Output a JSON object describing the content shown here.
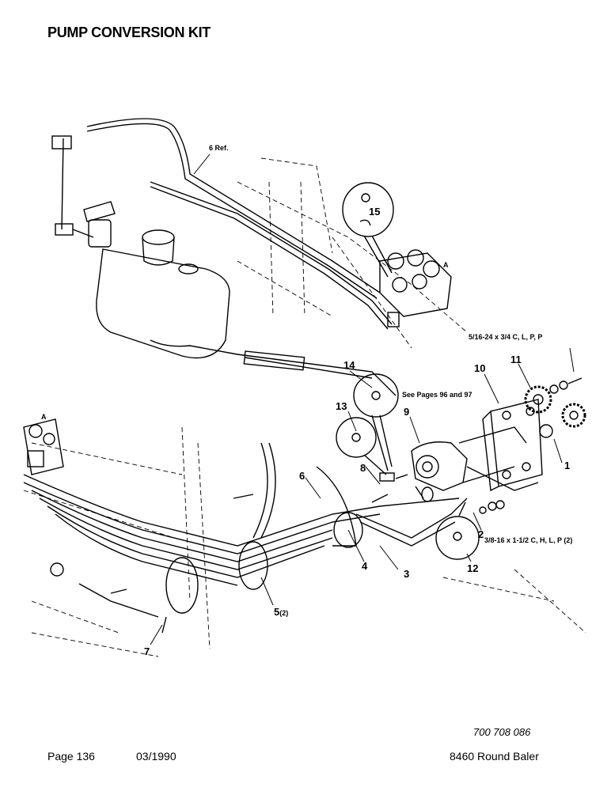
{
  "title": "PUMP CONVERSION KIT",
  "doc_number": "700 708 086",
  "footer": {
    "page": "Page 136",
    "date": "03/1990",
    "model": "8460 Round Baler"
  },
  "callouts": {
    "c1": "1",
    "c2": "2",
    "c3": "3",
    "c4": "4",
    "c5": "5",
    "c5q": "(2)",
    "c6": "6",
    "c6ref": "6 Ref.",
    "c7": "7",
    "c8": "8",
    "c9": "9",
    "c10": "10",
    "c11": "11",
    "c12": "12",
    "c13": "13",
    "c14": "14",
    "c15": "15",
    "a_top": "A",
    "a_left": "A"
  },
  "notes": {
    "bolt_top": "5/16-24 x 3/4 C, L, P, P",
    "bolt_bottom": "3/8-16 x 1-1/2 C, H, L, P (2)",
    "see_pages": "See Pages 96 and 97"
  }
}
